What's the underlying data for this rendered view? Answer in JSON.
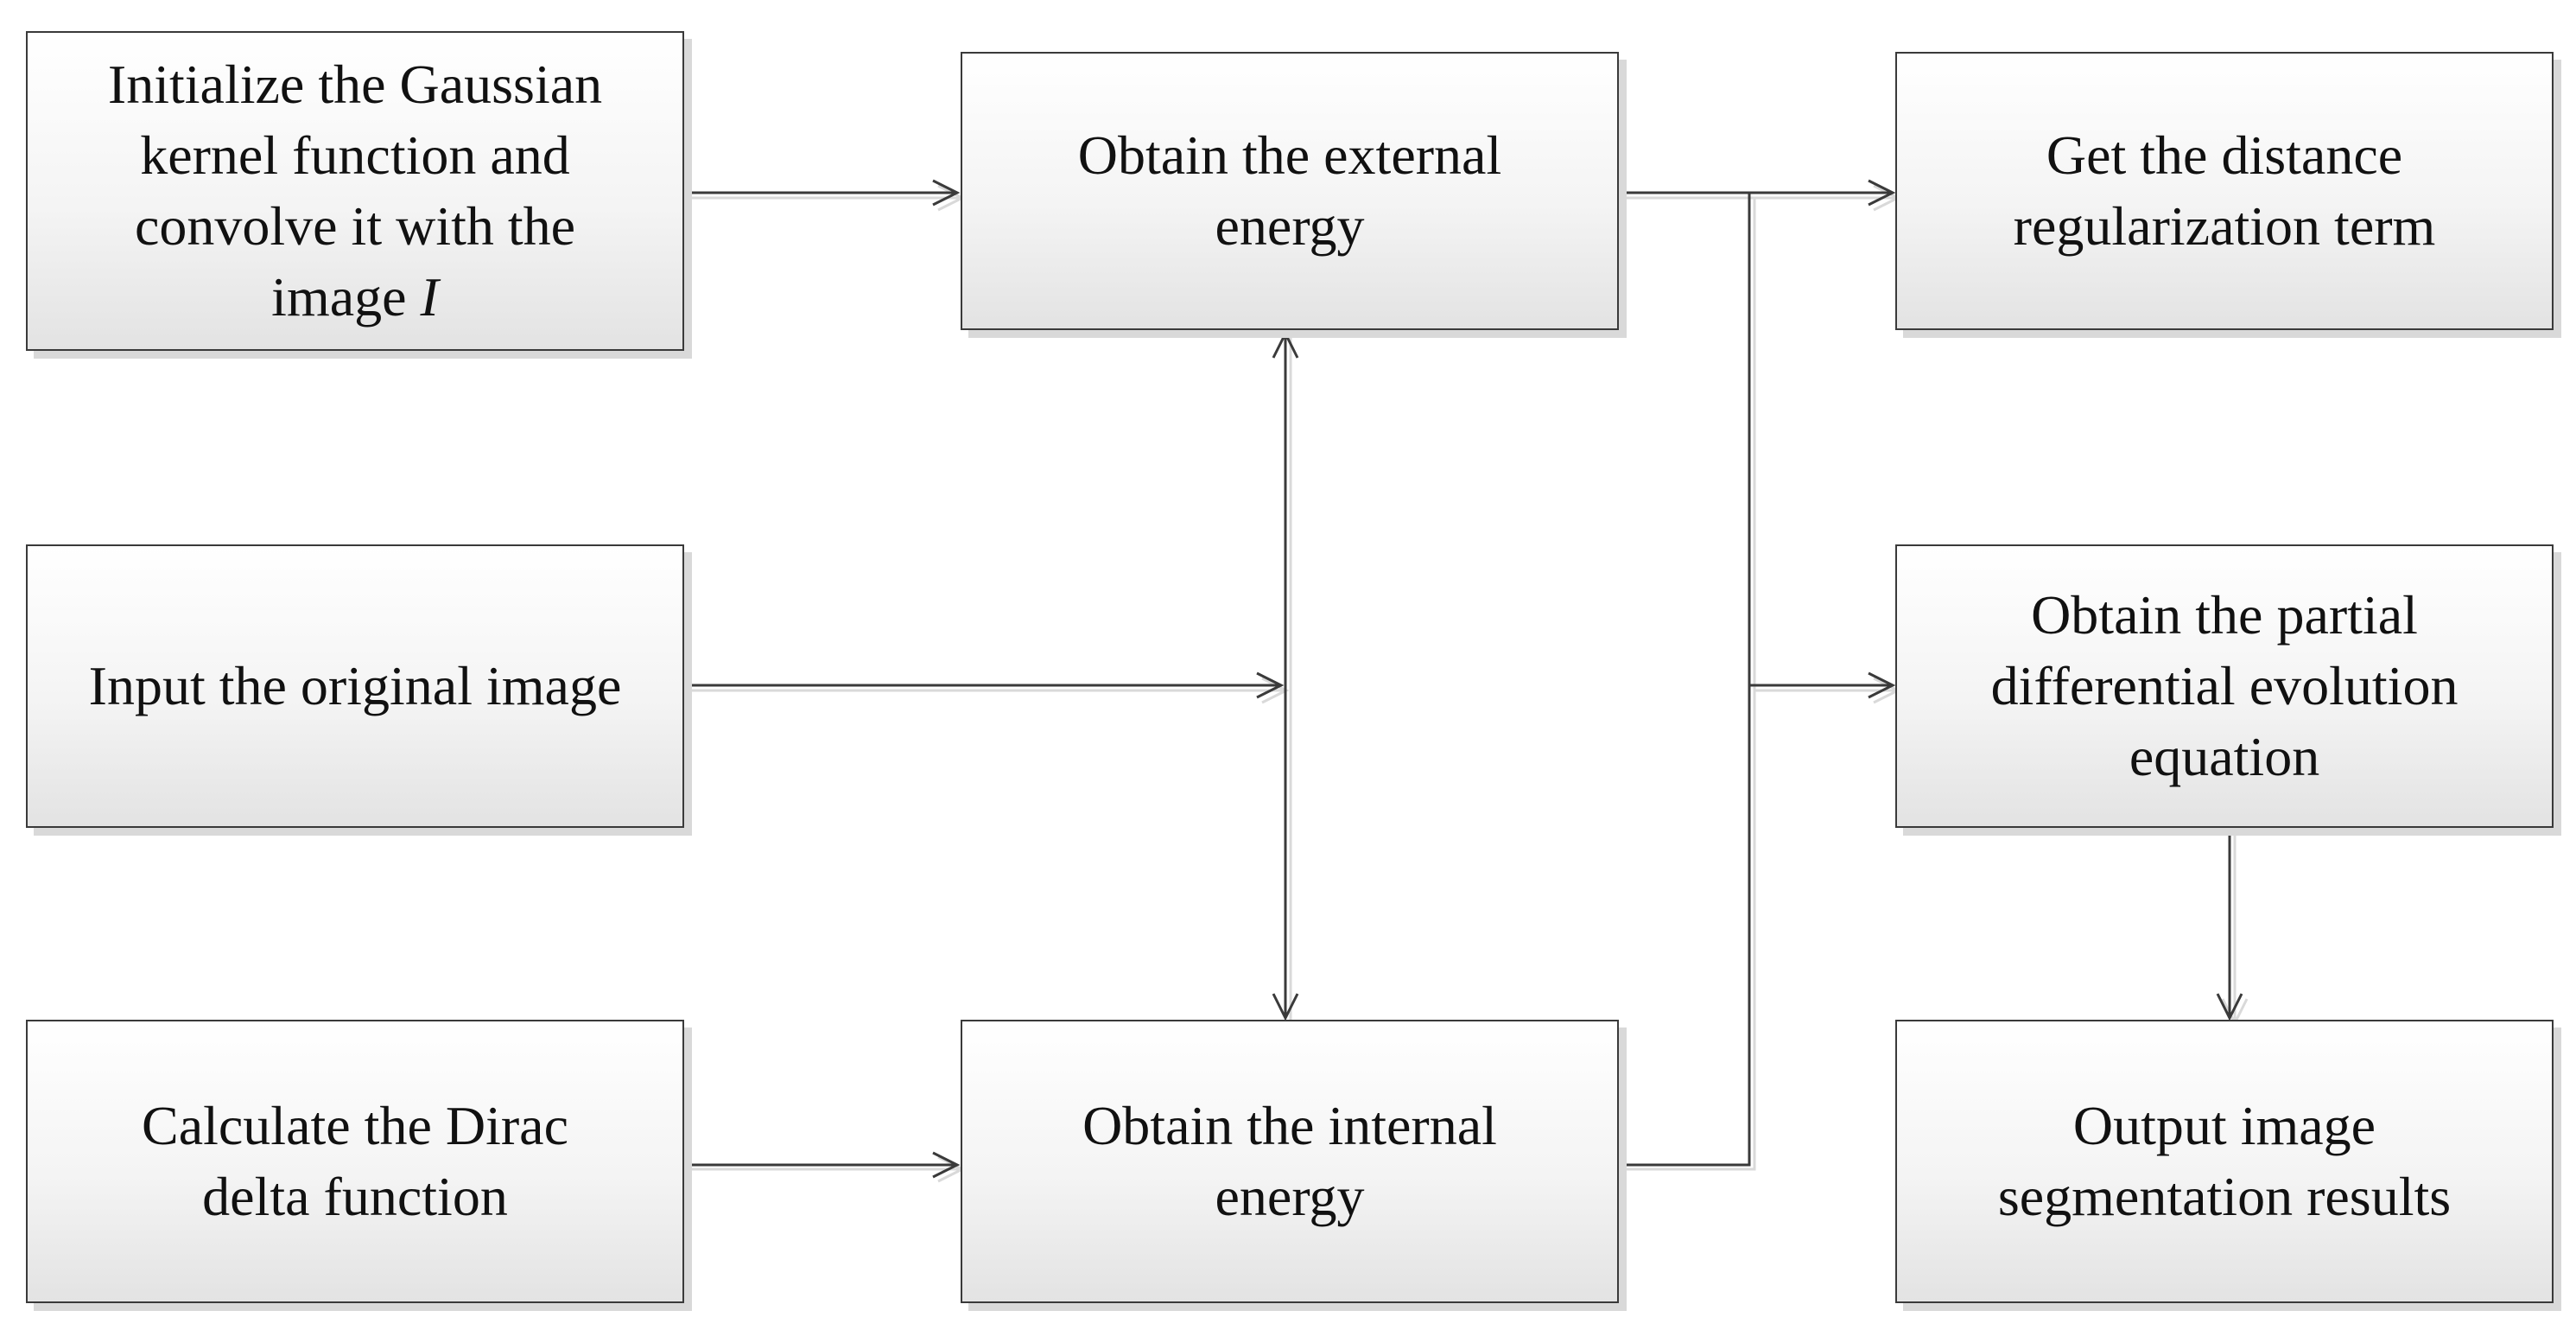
{
  "diagram": {
    "nodes": {
      "init_gaussian": {
        "lines": [
          "Initialize the Gaussian",
          "kernel function and",
          "convolve it with the"
        ],
        "last_line_prefix": "image ",
        "last_line_italic": "I"
      },
      "input_image": "Input the original image",
      "dirac_delta": [
        "Calculate the Dirac",
        "delta function"
      ],
      "external_energy": [
        "Obtain the external",
        "energy"
      ],
      "internal_energy": [
        "Obtain the internal",
        "energy"
      ],
      "distance_term": [
        "Get the distance",
        "regularization term"
      ],
      "pde_equation": [
        "Obtain the partial",
        "differential evolution",
        "equation"
      ],
      "output_results": [
        "Output image",
        "segmentation results"
      ]
    },
    "colors": {
      "line": "#3a3a3a",
      "line_shadow": "#d9d9d9",
      "text": "#111111",
      "box_border": "#3a3a3a"
    }
  }
}
